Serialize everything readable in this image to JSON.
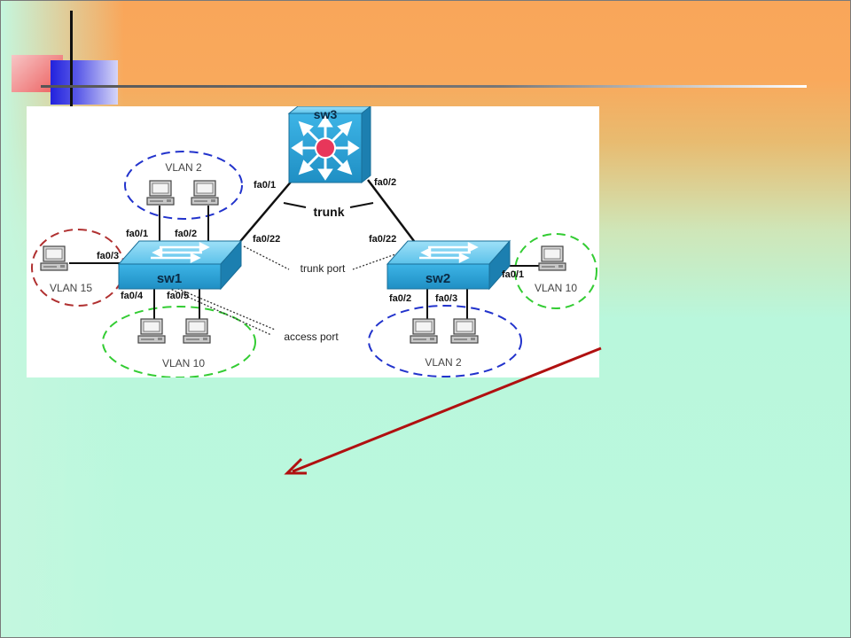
{
  "diagram": {
    "switches": {
      "sw1": {
        "label": "sw1"
      },
      "sw2": {
        "label": "sw2"
      },
      "sw3": {
        "label": "sw3"
      }
    },
    "ports": {
      "sw3_fa01": "fa0/1",
      "sw3_fa02": "fa0/2",
      "sw1_fa022": "fa0/22",
      "sw2_fa022": "fa0/22",
      "sw1_fa01": "fa0/1",
      "sw1_fa02": "fa0/2",
      "sw1_fa03": "fa0/3",
      "sw1_fa04": "fa0/4",
      "sw1_fa05": "fa0/5",
      "sw2_fa01": "fa0/1",
      "sw2_fa02": "fa0/2",
      "sw2_fa03": "fa0/3"
    },
    "labels": {
      "trunk": "trunk",
      "trunk_port": "trunk port",
      "access_port": "access port"
    },
    "vlans": {
      "sw1_top": "VLAN 2",
      "sw1_left": "VLAN 15",
      "sw1_bottom": "VLAN 10",
      "sw2_right": "VLAN 10",
      "sw2_bottom": "VLAN 2"
    }
  },
  "colors": {
    "switch_face": "#2aa3d8",
    "switch_top": "#7fd0f0",
    "router_hub": "#e8365a",
    "vlan_blue": "#2233cc",
    "vlan_green": "#33cc33",
    "vlan_red": "#b03030",
    "arrow": "#b01010"
  }
}
